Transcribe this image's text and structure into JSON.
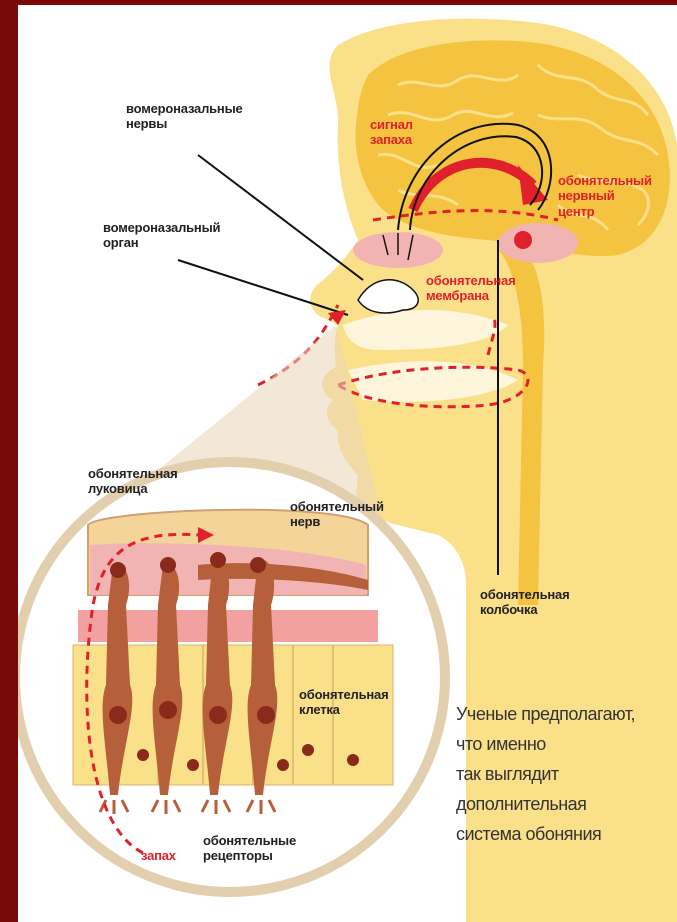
{
  "labels": {
    "vomeronasal_nerves": "вомероназальные\nнервы",
    "vomeronasal_organ": "вомероназальный\nорган",
    "smell_signal": "сигнал\nзапаха",
    "olfactory_center": "обонятельный\nнервный\nцентр",
    "olfactory_membrane": "обонятельная\nмембрана",
    "olfactory_flask": "обонятельная\nколбочка",
    "olfactory_bulb": "обонятельная\nлуковица",
    "olfactory_nerve": "обонятельный\nнерв",
    "olfactory_cell": "обонятельная\nклетка",
    "olfactory_receptors": "обонятельные\nрецепторы",
    "smell": "запах"
  },
  "caption": {
    "lines": [
      "Ученые предполагают,",
      "что именно",
      "так выглядит",
      "дополнительная",
      "система обоняния"
    ]
  },
  "colors": {
    "border": "#7a0a0a",
    "skin": "#fbe08a",
    "brain": "#f4c440",
    "accent_red": "#e0202a",
    "cell_brown": "#b5603a",
    "nucleus": "#8a2a1a",
    "pink_layer": "#f2b3b3"
  }
}
